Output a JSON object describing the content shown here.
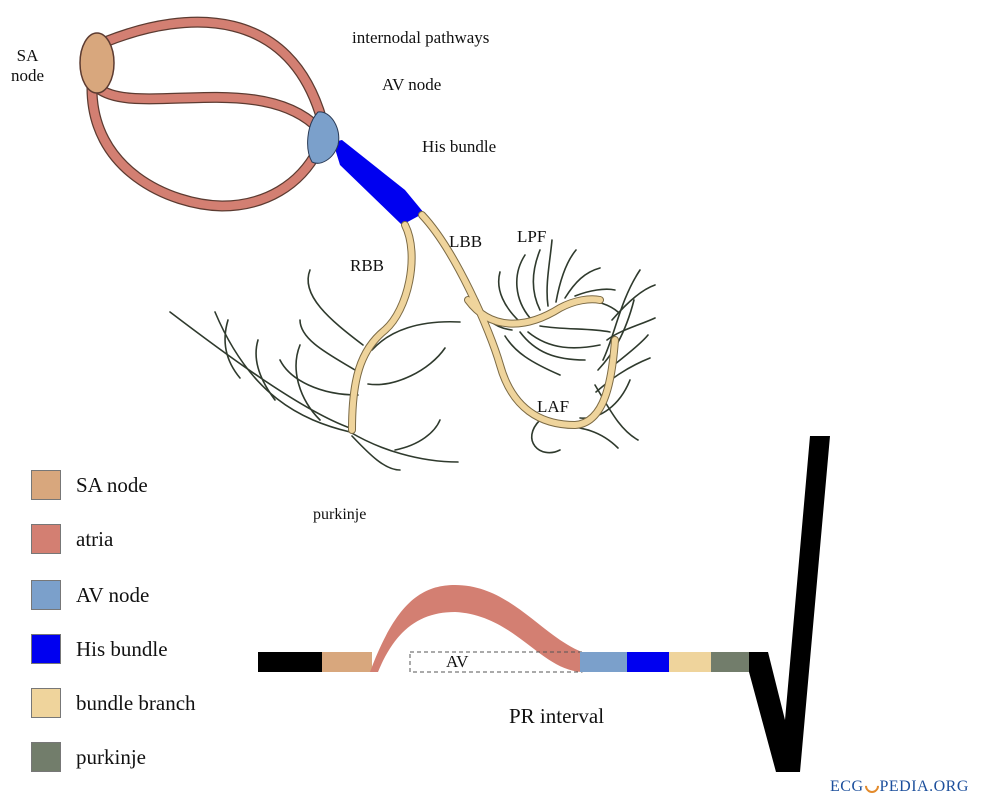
{
  "labels": {
    "sa_node": "SA\nnode",
    "internodal": "internodal pathways",
    "av_node": "AV node",
    "his_bundle": "His bundle",
    "rbb": "RBB",
    "lbb": "LBB",
    "lpf": "LPF",
    "laf": "LAF",
    "purkinje": "purkinje"
  },
  "legend": [
    {
      "label": "SA node",
      "color": "#d8a77d"
    },
    {
      "label": "atria",
      "color": "#d37f72"
    },
    {
      "label": "AV node",
      "color": "#7ba0cb"
    },
    {
      "label": "His bundle",
      "color": "#0000f0"
    },
    {
      "label": "bundle branch",
      "color": "#efd49c"
    },
    {
      "label": "purkinje",
      "color": "#727d6b"
    }
  ],
  "timeline": {
    "av_box_label": "AV",
    "pr_label": "PR interval"
  },
  "brand": {
    "left": "ECG",
    "right": "PEDIA.ORG"
  },
  "colors": {
    "sa": "#d8a77d",
    "atria": "#d37f72",
    "av": "#7ba0cb",
    "his": "#0000f0",
    "branch": "#efd49c",
    "purkinje": "#727d6b",
    "outline": "#5c3b31"
  }
}
